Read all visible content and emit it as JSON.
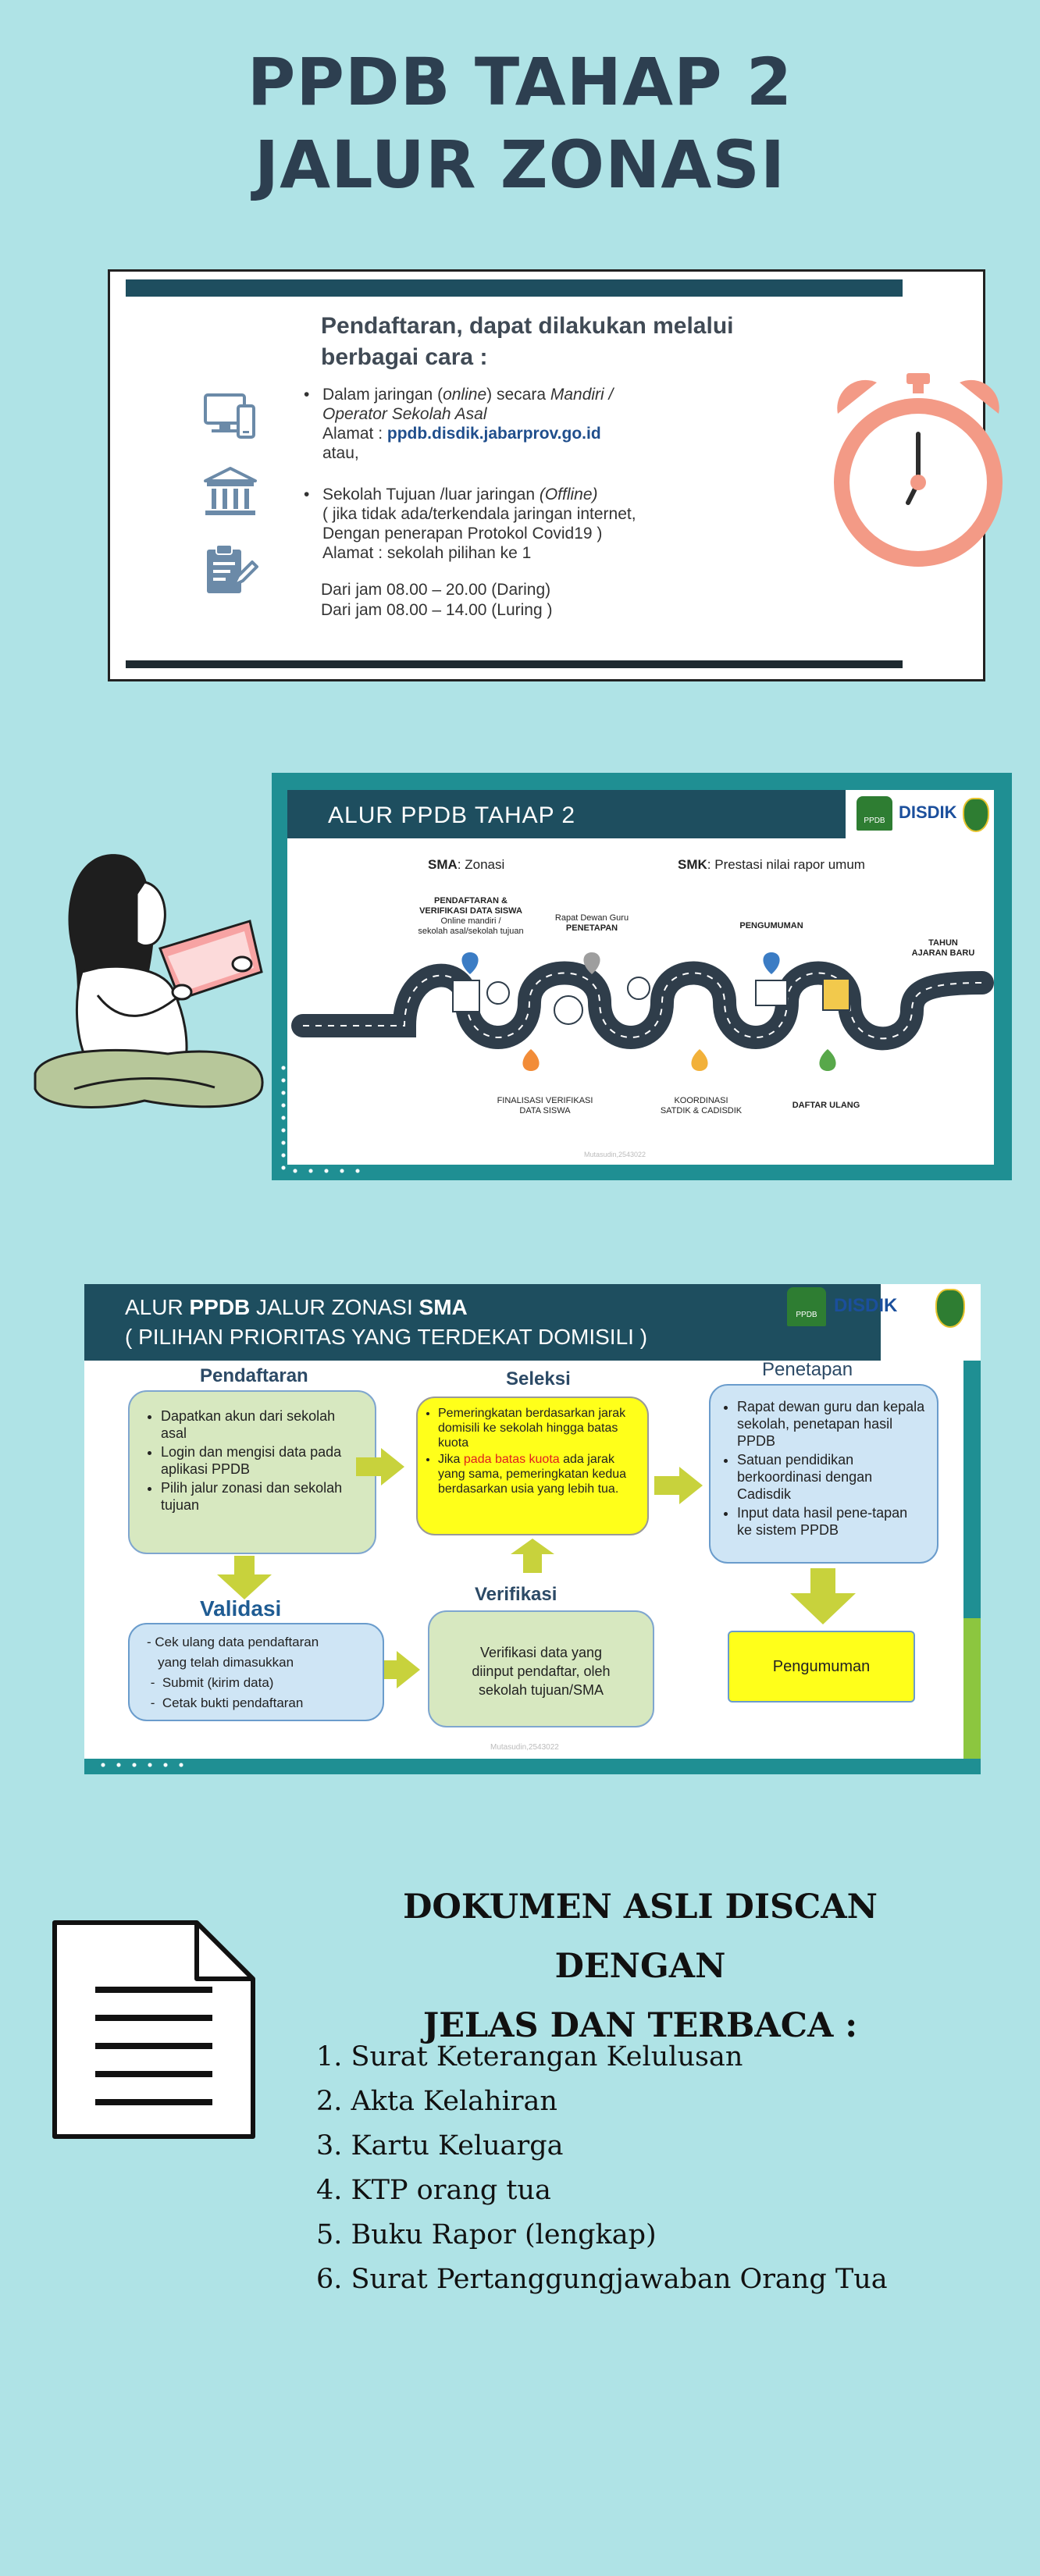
{
  "title": {
    "line1": "PPDB TAHAP 2",
    "line2": "JALUR ZONASI"
  },
  "registration": {
    "heading_line1": "Pendaftaran, dapat dilakukan melalui",
    "heading_line2": "berbagai cara :",
    "online": {
      "line1_prefix": "Dalam jaringan (",
      "line1_italic": "online",
      "line1_middle": ") secara ",
      "line1_italic2": "Mandiri /",
      "line2_italic": "Operator Sekolah Asal",
      "address_label": "Alamat : ",
      "address_url": "ppdb.disdik.jabarprov.go.id",
      "or": "atau,"
    },
    "offline": {
      "line1_prefix": "Sekolah Tujuan /luar jaringan ",
      "line1_italic": "(Offline)",
      "line2": "( jika tidak ada/terkendala jaringan internet,",
      "line3": "Dengan penerapan Protokol Covid19 )",
      "line4": "Alamat : sekolah pilihan ke 1"
    },
    "hours_online": "Dari jam 08.00 – 20.00 (Daring)",
    "hours_offline": "Dari jam 08.00 – 14.00 (Luring )",
    "icons": [
      "computer-icon",
      "bank-icon",
      "document-edit-icon",
      "alarm-clock-icon"
    ]
  },
  "flow": {
    "header_prefix": "ALUR ",
    "header_bold": "PPDB TAHAP 2",
    "logo_ppdb": "PPDB",
    "logo_disdik": "DISDIK",
    "sma_bold": "SMA",
    "sma_rest": ": Zonasi",
    "smk_bold": "SMK",
    "smk_rest": ": Prestasi nilai rapor umum",
    "steps": {
      "pendaftaran_bold": "PENDAFTARAN  &",
      "pendaftaran_bold2": "VERIFIKASI DATA SISWA",
      "pendaftaran_sub1": "Online mandiri /",
      "pendaftaran_sub2": "sekolah asal/sekolah tujuan",
      "rapat": "Rapat Dewan Guru",
      "penetapan": "PENETAPAN",
      "pengumuman": "PENGUMUMAN",
      "tahun1": "TAHUN",
      "tahun2": "AJARAN BARU",
      "finalisasi1": "FINALISASI VERIFIKASI",
      "finalisasi2": "DATA SISWA",
      "koordinasi1": "KOORDINASI",
      "koordinasi2": "SATDIK & CADISDIK",
      "daftar_ulang": "DAFTAR ULANG"
    },
    "footer": "Mutasudin,2543022"
  },
  "zonasi": {
    "header_line1_prefix": "ALUR ",
    "header_line1_bold": "PPDB",
    "header_line1_middle": " JALUR ZONASI ",
    "header_line1_bold2": "SMA",
    "header_line2": "( PILIHAN PRIORITAS YANG TERDEKAT DOMISILI )",
    "logo_ppdb": "PPDB",
    "logo_disdik": "DISDIK",
    "pendaftaran": {
      "title": "Pendaftaran",
      "items": [
        "Dapatkan akun dari  sekolah asal",
        "Login dan mengisi data  pada aplikasi PPDB",
        "Pilih jalur zonasi dan sekolah tujuan"
      ]
    },
    "seleksi": {
      "title": "Seleksi",
      "item1": "Pemeringkatan berdasarkan jarak domisili ke  sekolah hingga batas  kuota",
      "item2_prefix": "Jika ",
      "item2_red": "pada batas kuota",
      "item2_suffix": " ada jarak yang sama,  pemeringkatan kedua  berdasarkan usia yang lebih tua."
    },
    "penetapan": {
      "title": "Penetapan",
      "items": [
        "Rapat dewan guru dan kepala sekolah, penetapan hasil PPDB",
        "Satuan pendidikan berkoordinasi  dengan Cadisdik",
        "Input data hasil pene-tapan ke sistem PPDB"
      ]
    },
    "validasi": {
      "title": "Validasi",
      "items": [
        "- Cek ulang data pendaftaran",
        "   yang telah dimasukkan",
        " -  Submit (kirim data)",
        " -  Cetak bukti pendaftaran"
      ]
    },
    "verifikasi": {
      "title": "Verifikasi",
      "text1": "Verifikasi data yang",
      "text2": "diinput pendaftar, oleh",
      "text3": "sekolah tujuan/SMA"
    },
    "pengumuman": "Pengumuman",
    "footer": "Mutasudin,2543022"
  },
  "documents": {
    "title_line1": "DOKUMEN ASLI DISCAN  DENGAN",
    "title_line2": "JELAS DAN TERBACA :",
    "items": [
      "1. Surat Keterangan Kelulusan",
      "2. Akta Kelahiran",
      "3. Kartu Keluarga",
      "4. KTP orang tua",
      "5. Buku Rapor (lengkap)",
      "6. Surat Pertanggungjawaban Orang Tua"
    ]
  },
  "colors": {
    "background": "#afe3e6",
    "title": "#2d3f50",
    "header": "#1e4e5f",
    "accent_teal": "#1f8f93",
    "panel_green": "#d7e8c0",
    "panel_blue": "#cfe5f5",
    "highlight_yellow": "#ffff1a",
    "arrow_green": "#c8d23c"
  }
}
